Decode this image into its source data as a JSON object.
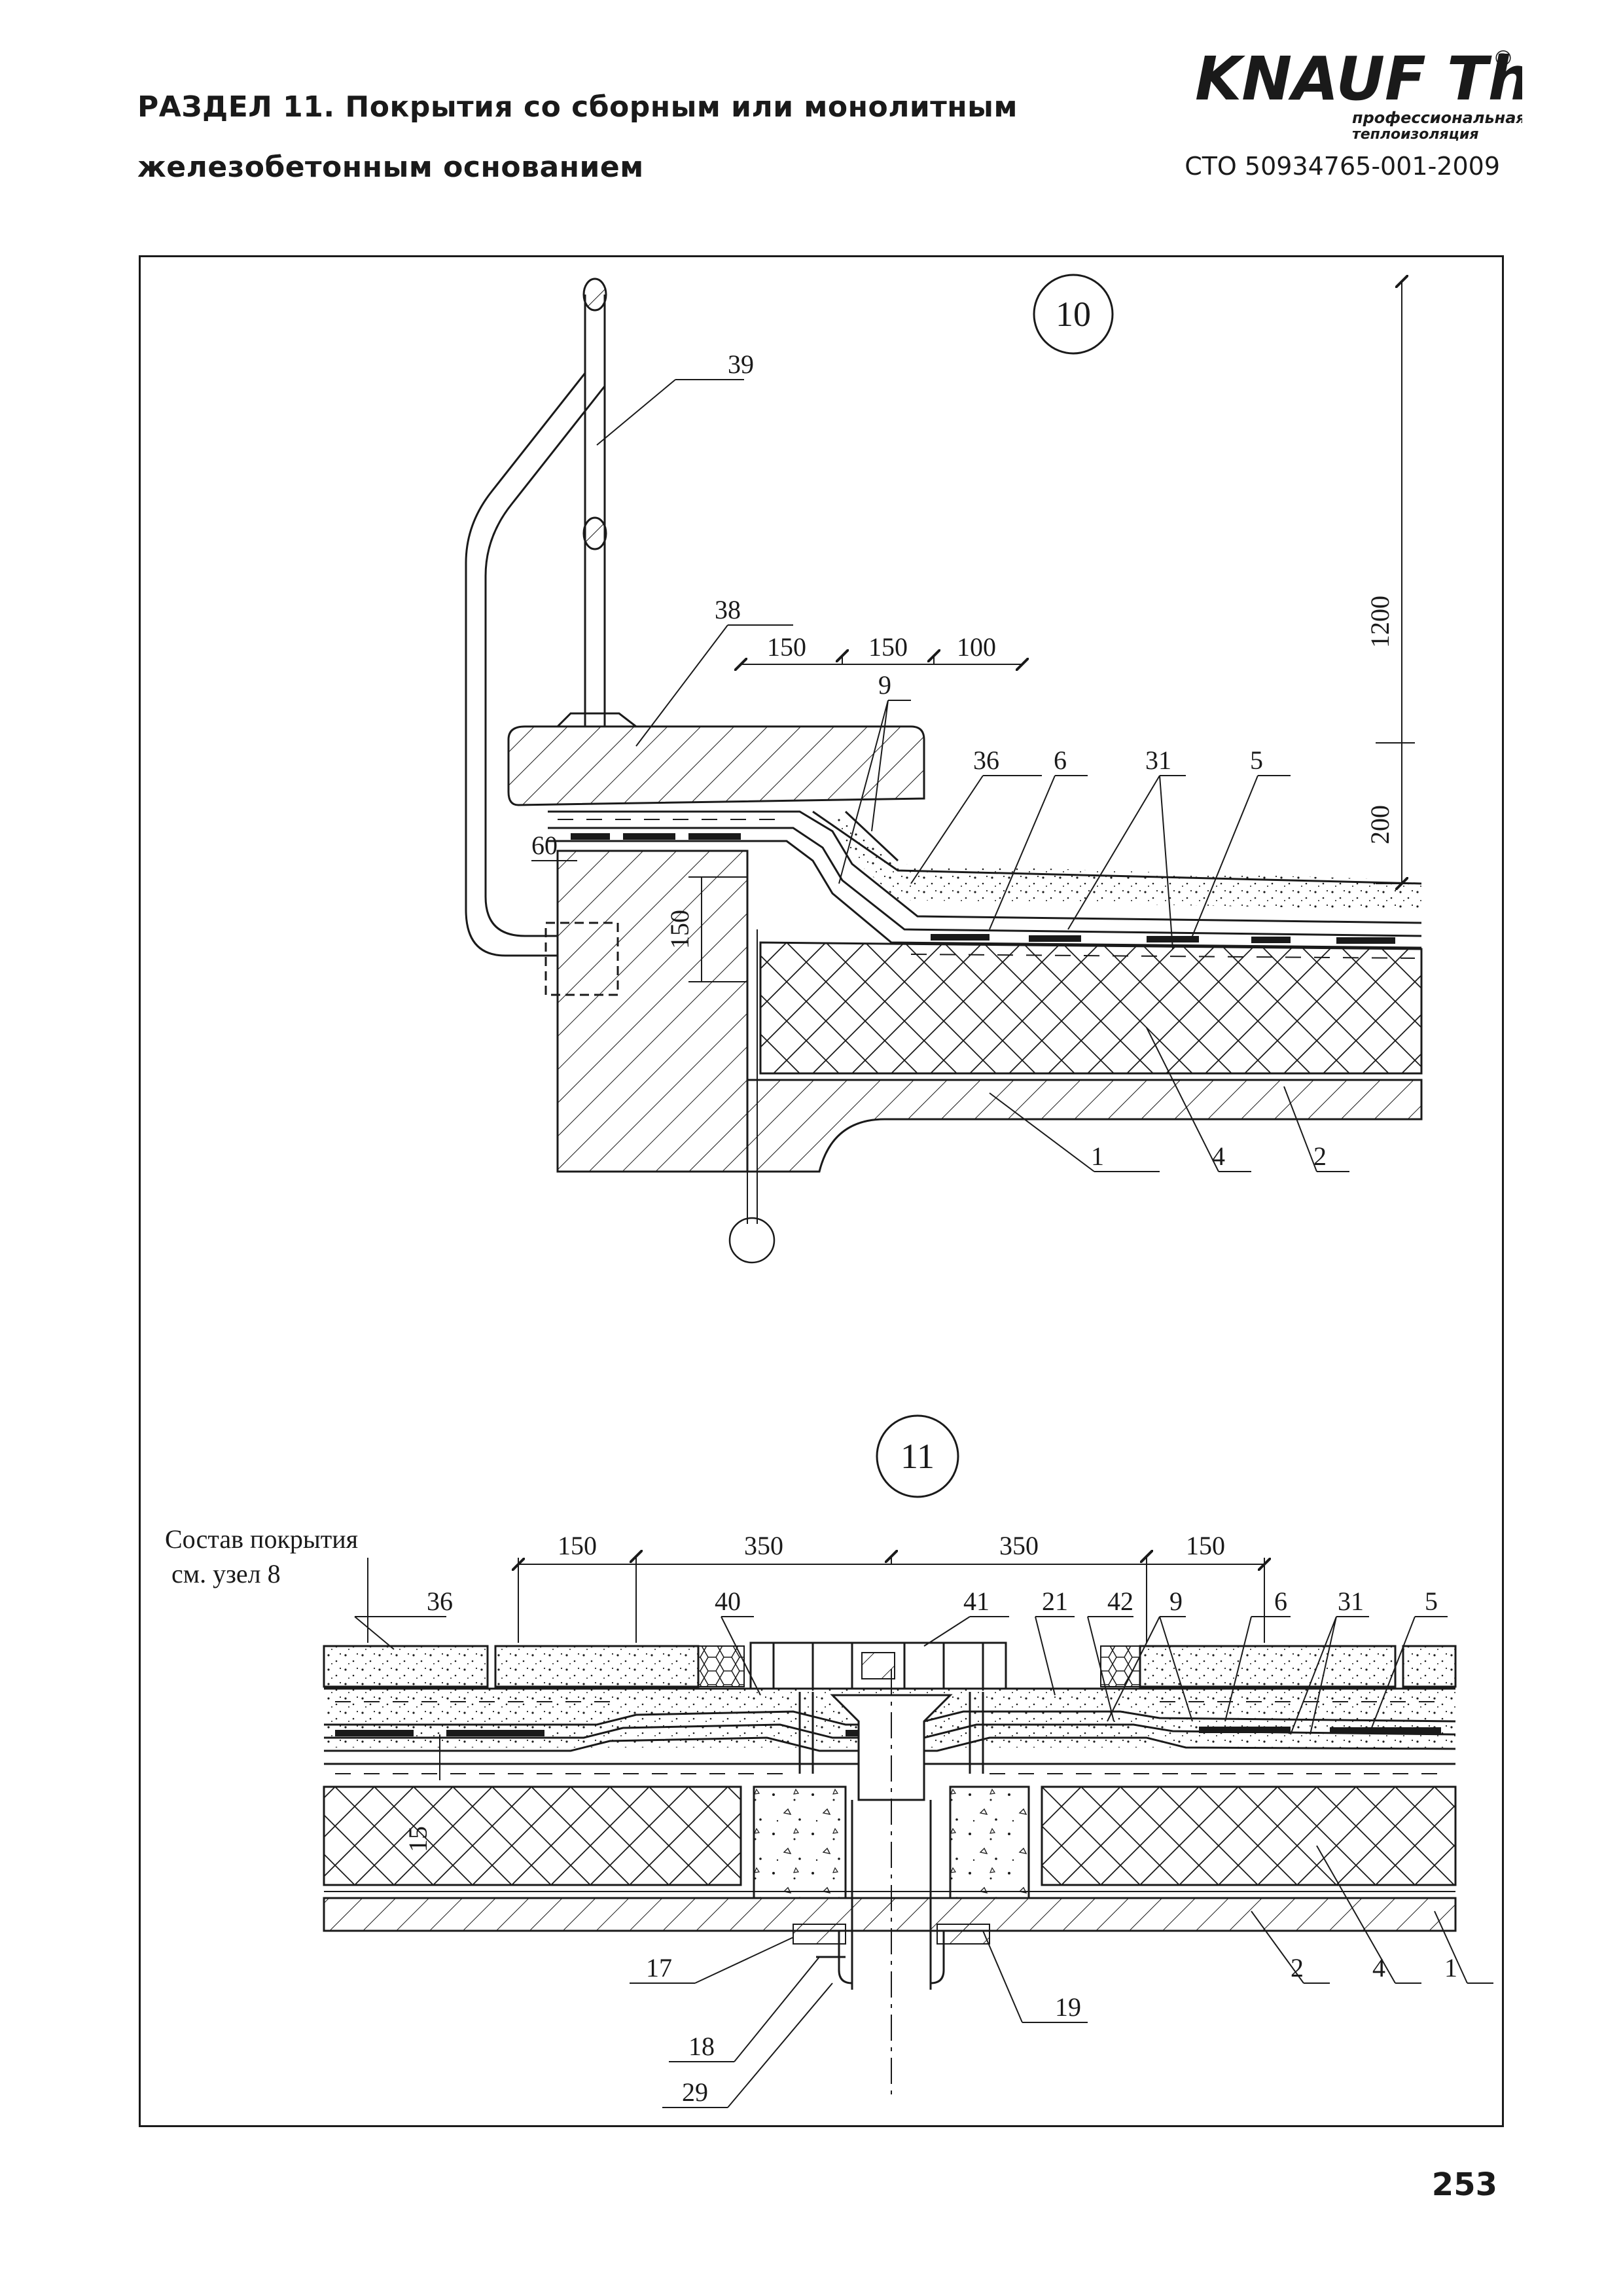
{
  "header": {
    "title_line1": "РАЗДЕЛ 11. Покрытия со сборным или монолитным",
    "title_line2": "железобетонным основанием",
    "standard": "СТО 50934765-001-2009"
  },
  "logo": {
    "brand": "KNAUF Therm",
    "mark": "®",
    "tagline1": "профессиональная",
    "tagline2": "теплоизоляция"
  },
  "node10": {
    "number": "10",
    "callouts": {
      "c39": "39",
      "c38": "38",
      "c9": "9",
      "c36": "36",
      "c6": "6",
      "c31": "31",
      "c5": "5",
      "c60": "60",
      "c1": "1",
      "c4": "4",
      "c2": "2"
    },
    "dims": {
      "d150a": "150",
      "d150b": "150",
      "d100": "100",
      "d1200": "1200",
      "d200": "200",
      "d150v": "150"
    }
  },
  "node11": {
    "number": "11",
    "composition_line1": "Состав покрытия",
    "composition_line2": "см. узел 8",
    "callouts": {
      "c36": "36",
      "c40": "40",
      "c41": "41",
      "c21": "21",
      "c42": "42",
      "c9": "9",
      "c6": "6",
      "c31": "31",
      "c5": "5",
      "c15": "15",
      "c17": "17",
      "c19": "19",
      "c18": "18",
      "c29": "29",
      "c2": "2",
      "c4": "4",
      "c1": "1"
    },
    "dims": {
      "d150a": "150",
      "d350a": "350",
      "d350b": "350",
      "d150b": "150"
    }
  },
  "page_number": "253"
}
